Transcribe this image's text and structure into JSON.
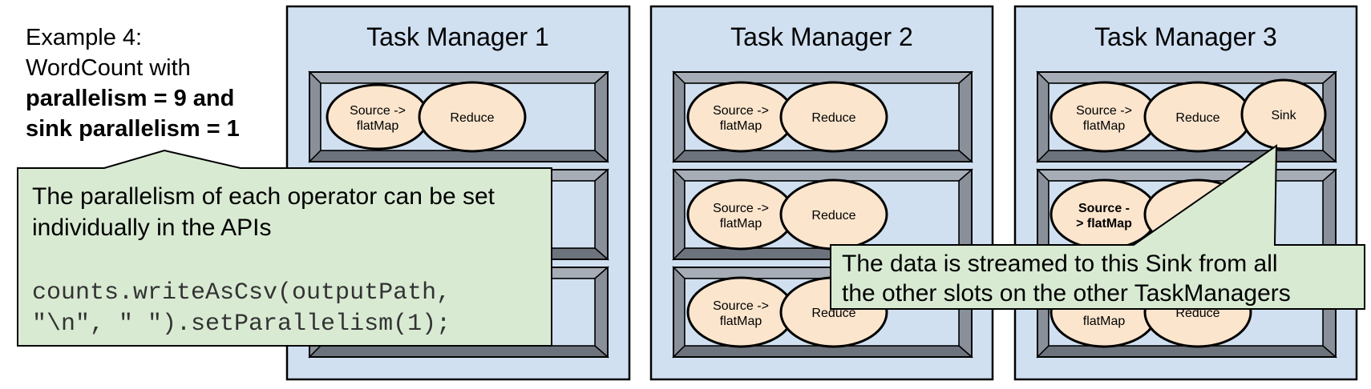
{
  "heading": {
    "line1": "Example 4:",
    "line2": "WordCount with",
    "line3": "parallelism = 9 and",
    "line4": "sink parallelism = 1"
  },
  "task_managers": [
    {
      "title": "Task Manager 1",
      "slots": [
        {
          "operators": [
            {
              "lines": [
                "Source ->",
                "flatMap"
              ],
              "bold": false
            },
            {
              "lines": [
                "Reduce"
              ],
              "bold": false
            }
          ]
        },
        {
          "operators": []
        },
        {
          "operators": []
        }
      ]
    },
    {
      "title": "Task Manager 2",
      "slots": [
        {
          "operators": [
            {
              "lines": [
                "Source ->",
                "flatMap"
              ],
              "bold": false
            },
            {
              "lines": [
                "Reduce"
              ],
              "bold": false
            }
          ]
        },
        {
          "operators": [
            {
              "lines": [
                "Source ->",
                "flatMap"
              ],
              "bold": false
            },
            {
              "lines": [
                "Reduce"
              ],
              "bold": false
            }
          ]
        },
        {
          "operators": [
            {
              "lines": [
                "Source ->",
                "flatMap"
              ],
              "bold": false
            },
            {
              "lines": [
                "Reduce"
              ],
              "bold": false
            }
          ]
        }
      ]
    },
    {
      "title": "Task Manager 3",
      "slots": [
        {
          "operators": [
            {
              "lines": [
                "Source ->",
                "flatMap"
              ],
              "bold": false
            },
            {
              "lines": [
                "Reduce"
              ],
              "bold": false
            },
            {
              "lines": [
                "Sink"
              ],
              "bold": false
            }
          ]
        },
        {
          "operators": [
            {
              "lines": [
                "Source -",
                "> flatMap"
              ],
              "bold": true
            },
            {
              "lines": [
                ""
              ],
              "bold": false
            }
          ]
        },
        {
          "operators": [
            {
              "lines": [
                "",
                "flatMap"
              ],
              "bold": false
            },
            {
              "lines": [
                "Reduce"
              ],
              "bold": false
            }
          ]
        }
      ]
    }
  ],
  "callout_left": {
    "line1": "The parallelism of each operator can be set",
    "line2": "individually in the APIs",
    "code1": "counts.writeAsCsv(outputPath,",
    "code2": "\"\\n\", \" \").setParallelism(1);"
  },
  "callout_right": {
    "line1": "The data is streamed to this Sink from all",
    "line2": "the other slots on the other TaskManagers"
  }
}
